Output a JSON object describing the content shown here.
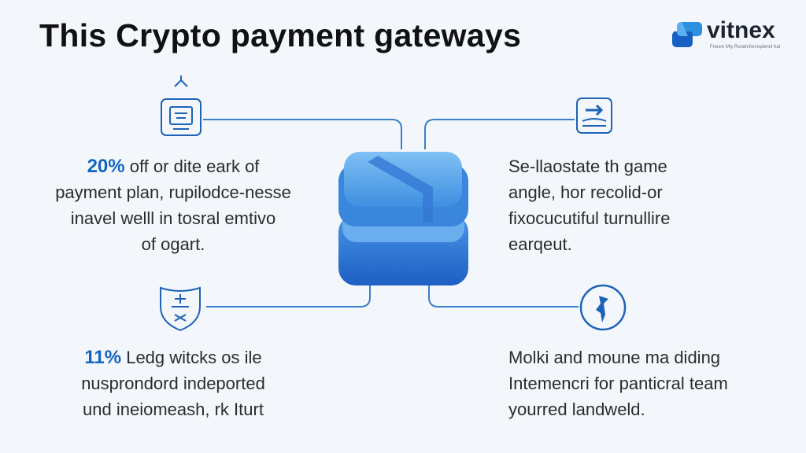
{
  "title": "This Crypto payment gateways",
  "logo": {
    "name": "vitnex",
    "tagline": "Fnesm Mly Rvodmfonmpiennl hal"
  },
  "colors": {
    "accent": "#1565c0",
    "line": "#3a7fc9",
    "cube": "#4a90e2"
  },
  "blocks": [
    {
      "highlight": "20%",
      "lines": [
        "off or dite eark of",
        "payment plan, rupilodce-nesse",
        "inavel welll in tosral emtivo",
        "of ogart."
      ],
      "icon": "payment-terminal-icon"
    },
    {
      "highlight": "",
      "lines": [
        "Se-llaostate th game",
        "angle, hor recolid-or",
        "fixocucutiful turnullire",
        "earqeut."
      ],
      "icon": "transfer-arrow-icon"
    },
    {
      "highlight": "11%",
      "lines": [
        "Ledg witcks os ile",
        "nusprondord indeported",
        "und ineiomeash, rk Iturt"
      ],
      "icon": "security-shield-icon"
    },
    {
      "highlight": "",
      "lines": [
        "Molki and moune ma diding",
        "Intemencri for panticral team",
        "yourred landweld."
      ],
      "icon": "compass-person-icon"
    }
  ]
}
